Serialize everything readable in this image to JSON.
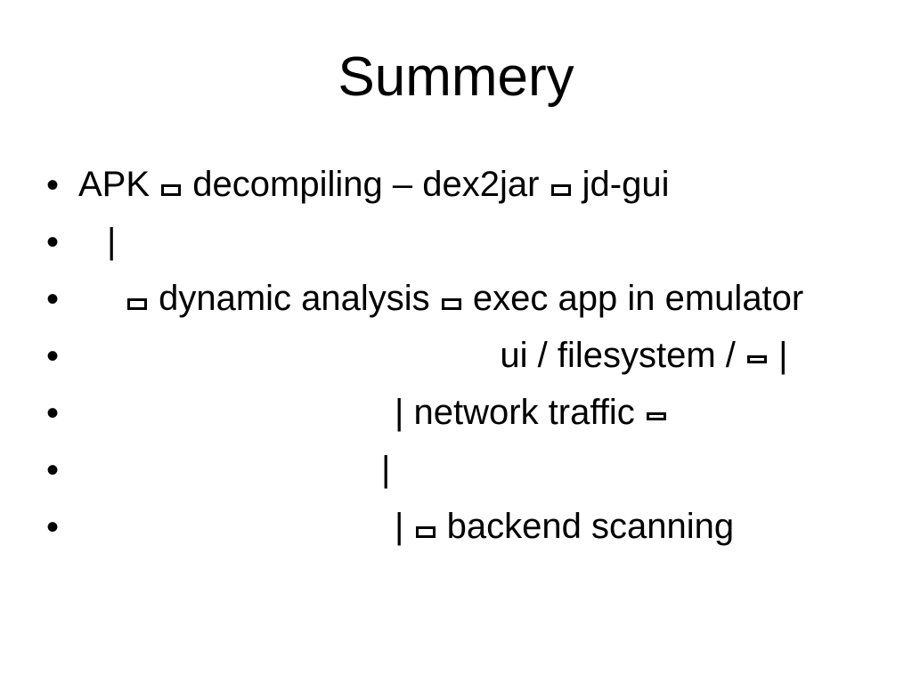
{
  "slide": {
    "title": "Summery",
    "background_color": "#ffffff",
    "text_color": "#000000",
    "bullet_marker": "•",
    "bullets": [
      {
        "id": "apk-decompiling",
        "indent": 1,
        "segments": [
          {
            "type": "text",
            "value": "APK "
          },
          {
            "type": "tofu",
            "style": "wide"
          },
          {
            "type": "text",
            "value": " decompiling – dex2jar "
          },
          {
            "type": "tofu",
            "style": "wide"
          },
          {
            "type": "text",
            "value": " jd-gui"
          }
        ],
        "plain_text": "APK □ decompiling – dex2jar □ jd-gui"
      },
      {
        "id": "pipe-connector-1",
        "indent": 2,
        "segments": [
          {
            "type": "text",
            "value": "|"
          }
        ],
        "plain_text": "|"
      },
      {
        "id": "dynamic-analysis",
        "indent": 3,
        "segments": [
          {
            "type": "tofu",
            "style": "wide"
          },
          {
            "type": "text",
            "value": " dynamic analysis "
          },
          {
            "type": "tofu",
            "style": "wide"
          },
          {
            "type": "text",
            "value": " exec app in emulator"
          }
        ],
        "plain_text": "□ dynamic analysis □ exec app in emulator"
      },
      {
        "id": "ui-filesystem",
        "indent": 4,
        "segments": [
          {
            "type": "text",
            "value": "            ui / filesystem / "
          },
          {
            "type": "tofu",
            "style": "flat"
          },
          {
            "type": "text",
            "value": " |"
          }
        ],
        "plain_text": "ui / filesystem / □ |"
      },
      {
        "id": "network-traffic",
        "indent": 5,
        "segments": [
          {
            "type": "text",
            "value": "| network traffic "
          },
          {
            "type": "tofu",
            "style": "flat"
          }
        ],
        "plain_text": "| network traffic □"
      },
      {
        "id": "pipe-connector-2",
        "indent": 4,
        "segments": [
          {
            "type": "text",
            "value": "|"
          }
        ],
        "plain_text": "|"
      },
      {
        "id": "backend-scanning",
        "indent": 5,
        "segments": [
          {
            "type": "text",
            "value": "| "
          },
          {
            "type": "tofu",
            "style": "wide"
          },
          {
            "type": "text",
            "value": " backend scanning"
          }
        ],
        "plain_text": "| □ backend scanning"
      }
    ]
  }
}
